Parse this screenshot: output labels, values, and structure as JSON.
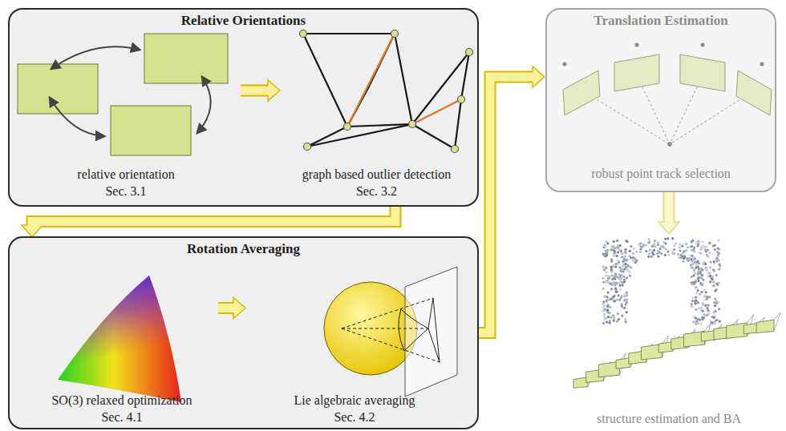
{
  "diagram": {
    "nodes": [
      {
        "text": [
          "Relative Orientations"
        ]
      },
      {
        "text": [
          "relative orientation",
          "Sec. 3.1"
        ],
        "in": 0
      },
      {
        "text": [
          "graph based outlier detection",
          "Sec. 3.2"
        ],
        "in": 0
      },
      {
        "text": [
          "Rotation Averaging"
        ]
      },
      {
        "text": [
          "SO(3) relaxed optimization",
          "Sec. 4.1"
        ],
        "in": 3
      },
      {
        "text": [
          "Lie algebraic averaging",
          "Sec. 4.2"
        ],
        "in": 3
      },
      {
        "text": [
          "Translation Estimation",
          "robust point track selection"
        ]
      },
      {
        "text": [
          "structure estimation and BA"
        ]
      }
    ],
    "edges": [
      {
        "from": 1,
        "to": 2,
        "arrow": "to"
      },
      {
        "from": 0,
        "to": 3,
        "arrow": "to"
      },
      {
        "from": 4,
        "to": 5,
        "arrow": "to"
      },
      {
        "from": 3,
        "to": 6,
        "arrow": "to"
      },
      {
        "from": 6,
        "to": 7,
        "arrow": "to"
      }
    ]
  }
}
